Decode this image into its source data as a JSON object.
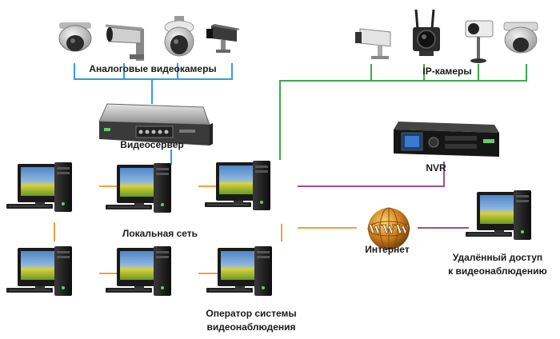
{
  "labels": {
    "analog_cameras": "Аналоговые видеокамеры",
    "ip_cameras": "IP-камеры",
    "videoserver": "Видеосервер",
    "nvr": "NVR",
    "local_network": "Локальная сеть",
    "internet": "Интернет",
    "operator_line1": "Оператор системы",
    "operator_line2": "видеонаблюдения",
    "remote_line1": "Удалённый доступ",
    "remote_line2": "к видеонаблюдению",
    "www": "WWW"
  },
  "colors": {
    "analog_link": "#2fa0d8",
    "ip_link": "#3aaa4a",
    "lan_link": "#f0a040",
    "nvr_link": "#9b4e9b",
    "remote_link": "#9b4e9b"
  },
  "icons": {
    "analog_cameras": [
      "dome-camera-icon",
      "bullet-camera-icon",
      "speed-dome-camera-icon",
      "box-camera-icon"
    ],
    "ip_cameras": [
      "box-ip-camera-icon",
      "wireless-ip-camera-icon",
      "cube-ip-camera-icon",
      "dome-ip-camera-icon"
    ],
    "workstation": "desktop-computer-icon",
    "server": "rack-videoserver-icon",
    "nvr": "nvr-recorder-icon",
    "internet": "www-globe-icon"
  }
}
